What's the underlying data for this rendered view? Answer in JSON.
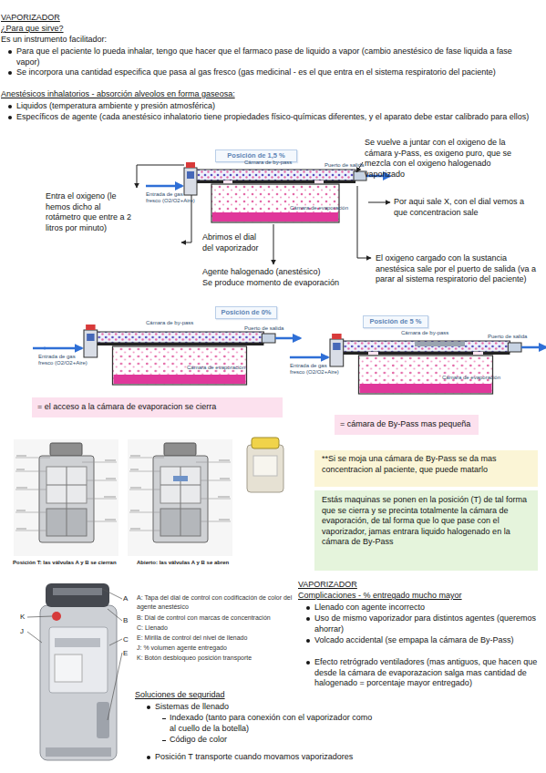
{
  "diagram": {
    "title": "VAPORIZADOR",
    "nodes": [
      {
        "text": [
          "Posición de 1,5 %"
        ]
      },
      {
        "text": [
          "Posición de 0%"
        ]
      },
      {
        "text": [
          "Posición de 5 %"
        ]
      },
      {
        "text": [
          "= el acceso a la cámara de evaporacion se cierra"
        ]
      },
      {
        "text": [
          "= cámara de By-Pass mas pequeña"
        ]
      },
      {
        "text": [
          "**Si se moja una cámara de By-Pass se da mas concentracion al paciente, que puede matarlo"
        ]
      },
      {
        "text": [
          "Estás maquinas se ponen en la posición (T) de tal forma que se cierra y se precinta totalmente la cámara de evaporación, de tal forma que lo que pase con el vaporizador, jamas entrara liquido halogenado en la cámara de By-Pass"
        ]
      }
    ],
    "labels": [
      "¿Para que sirve?",
      "Es un instrumento facilitador:",
      "Para que el paciente lo pueda inhalar, tengo que hacer que el farmaco pase de liquido a vapor (cambio anestésico de fase liquida a fase vapor)",
      "Se incorpora una cantidad especifica que pasa al gas fresco (gas medicinal - es el que entra en el sistema respiratorio del paciente)",
      "Anestésicos inhalatorios - absorción alveolos en forma gaseosa:",
      "Liquidos (temperatura ambiente y presión atmosférica)",
      "Específicos de agente (cada anestésico inhalatorio tiene propiedades físico-químicas diferentes, y el aparato debe estar calibrado para ellos)",
      "Se vuelve a juntar con el oxigeno de la cámara y-Pass, es oxigeno puro, que se mezcla con el oxigeno halogenado vaporizado",
      "Cámara de by-pass",
      "Puerto de salida",
      "Entra el oxigeno (le hemos dicho al rotámetro que entre a 2 litros por minuto)",
      "Entrada de gas fresco (O2/O2+Aire)",
      "Por aqui sale X, con el dial vemos a que concentracion sale",
      "Cámara de evaporación",
      "Abrimos el dial del vaporizador",
      "El oxigeno cargado con la sustancia anestésica sale por el puerto de salida (va a parar al sistema respiratorio del paciente)",
      "Agente halogenado (anestésico)",
      "Se produce momento de evaporación",
      "Cámara de by-pass",
      "Puerto de salida",
      "Entrada de gas fresco (O2/O2+Aire)",
      "Cámara de evaporación",
      "Cámara de by-pass",
      "Puerto de salida",
      "Entrada de gas fresco (O2/O2+Aire)",
      "Cámara de evaporación",
      "Posición T: las válvulas A y B se cierran",
      "Abierto: las válvulas A y B se abren",
      "A",
      "K",
      "B",
      "J",
      "C",
      "E",
      "A: Tapa del dial de control con codificación de color del agente anestésico",
      "B: Dial de control con marcas de concentración",
      "C: Llenado",
      "E: Mirilla de control del nivel de llenado",
      "J: % volumen agente entregado",
      "K: Botón desbloqueo posición transporte",
      "VAPORIZADOR",
      "Complicaciones - % entregado mucho mayor",
      "Llenado con agente incorrecto",
      "Uso de mismo vaporizador para distintos agentes (queremos ahorrar)",
      "Volcado accidental (se empapa la cámara de By-Pass)",
      "Efecto retrógrado ventiladores (mas antiguos, que hacen que desde la cámara de evaporazacion salga mas cantidad de halogenado = porcentaje mayor entregado)",
      "Soluciones de seguridad",
      "Sistemas de llenado",
      "Indexado (tanto para conexión con el vaporizador como al cuello de la botella)",
      "Código de color",
      "Posición T transporte cuando movamos vaporizadores"
    ]
  }
}
